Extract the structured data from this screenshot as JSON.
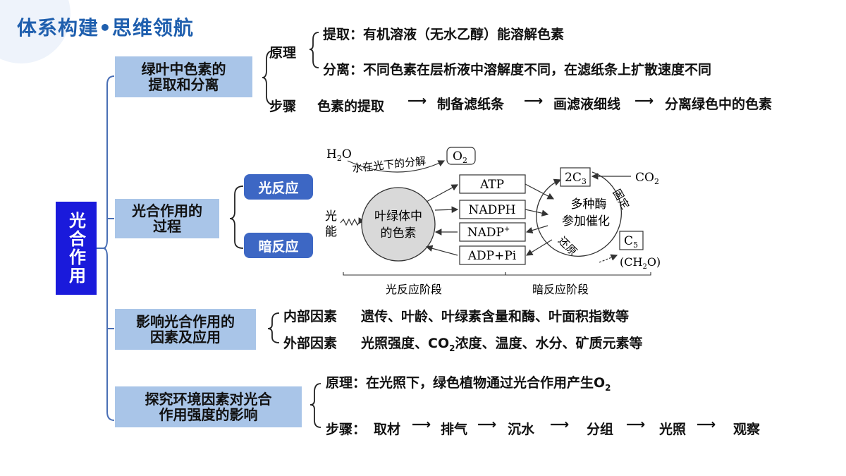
{
  "header": {
    "title": "体系构建•思维领航"
  },
  "main_topic": "光合作用",
  "sections": {
    "pigment": {
      "label_line1": "绿叶中色素的",
      "label_line2": "提取和分离",
      "principle_label": "原理",
      "extract": "提取：有机溶液（无水乙醇）能溶解色素",
      "separate": "分离：不同色素在层析液中溶解度不同，在滤纸条上扩散速度不同",
      "steps_label": "步骤",
      "steps": [
        "色素的提取",
        "制备滤纸条",
        "画滤液细线",
        "分离绿色中的色素"
      ]
    },
    "process": {
      "label_line1": "光合作用的",
      "label_line2": "过程",
      "light_reaction": "光反应",
      "dark_reaction": "暗反应"
    },
    "factors": {
      "label_line1": "影响光合作用的",
      "label_line2": "因素及应用",
      "internal_label": "内部因素",
      "internal_text": "遗传、叶龄、叶绿素含量和酶、叶面积指数等",
      "external_label": "外部因素",
      "external_pre": "光照强度、CO",
      "external_sub": "2",
      "external_post": "浓度、温度、水分、矿质元素等"
    },
    "explore": {
      "label_line1": "探究环境因素对光合",
      "label_line2": "作用强度的影响",
      "principle_pre": "原理：在光照下，绿色植物通过光合作用产生O",
      "principle_sub": "2",
      "steps_label": "步骤：",
      "steps": [
        "取材",
        "排气",
        "沉水",
        "分组",
        "光照",
        "观察"
      ]
    }
  },
  "diagram": {
    "h2o": "H",
    "h2o_sub": "2",
    "h2o_o": "O",
    "water_split": "水在光下的分解",
    "o2": "O",
    "o2_sub": "2",
    "light_energy_1": "光",
    "light_energy_2": "能",
    "chloroplast_1": "叶绿体中",
    "chloroplast_2": "的色素",
    "atp": "ATP",
    "nadph": "NADPH",
    "nadp": "NADP",
    "nadp_sup": "+",
    "adp": "ADP+Pi",
    "c3": "2C",
    "c3_sub": "3",
    "co2": "CO",
    "co2_sub": "2",
    "fix": "固定",
    "enzyme_1": "多种酶",
    "enzyme_2": "参加催化",
    "reduce": "还原",
    "c5": "C",
    "c5_sub": "5",
    "ch2o": "(CH",
    "ch2o_sub": "2",
    "ch2o_end": "O)",
    "light_stage": "光反应阶段",
    "dark_stage": "暗反应阶段"
  },
  "colors": {
    "title": "#1f5fae",
    "main_box": "#1a1adb",
    "topic_box": "#a9c5e8",
    "pill": "#3d67c4"
  }
}
